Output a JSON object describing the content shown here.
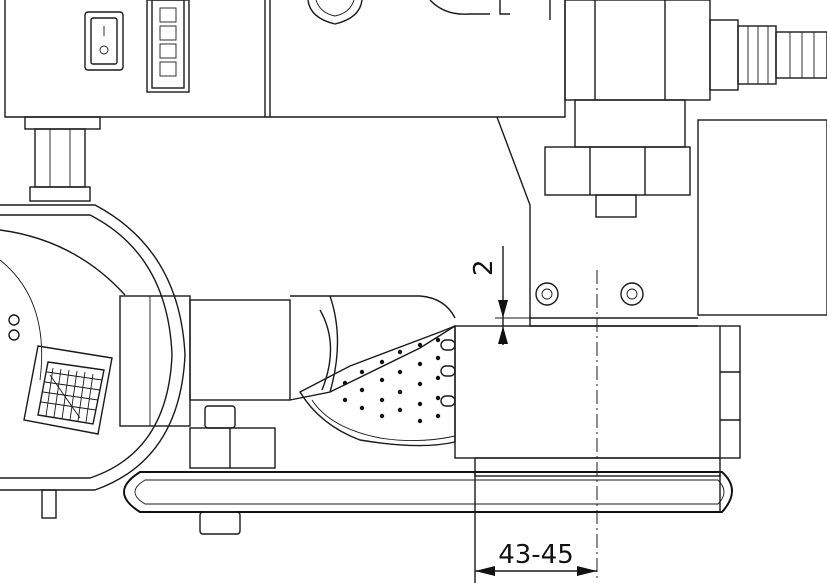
{
  "drawing": {
    "dimensions": [
      {
        "id": "gap",
        "text": "2"
      },
      {
        "id": "width",
        "text": "43-45"
      }
    ],
    "colors": {
      "line": "#1a1a1a",
      "background": "#ffffff"
    }
  }
}
